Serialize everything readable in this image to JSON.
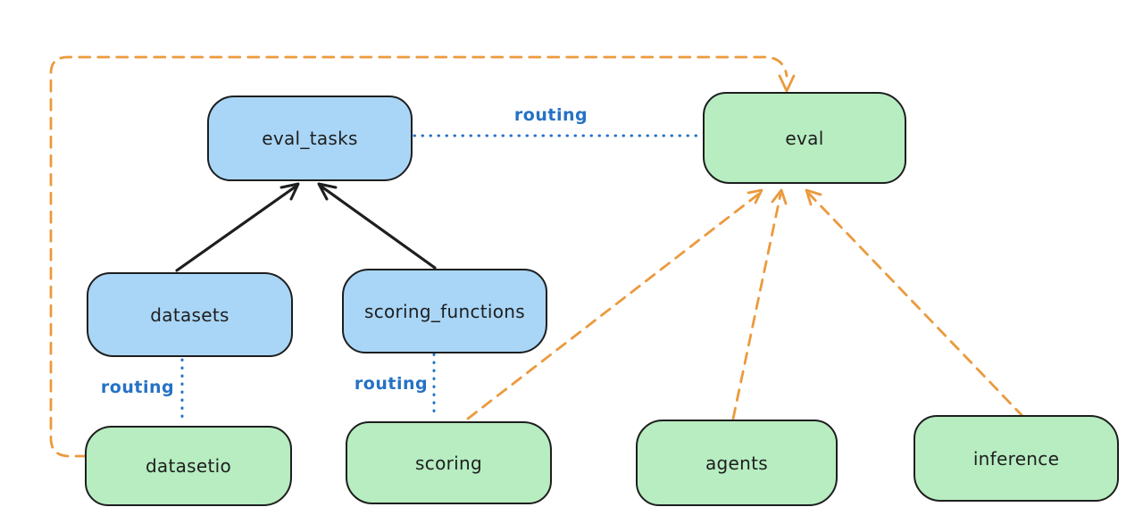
{
  "colors": {
    "background": "#ffffff",
    "node_border": "#1e1e1e",
    "blue_fill": "#a9d6f7",
    "green_fill": "#b7edc1",
    "routing_blue": "#2572c4",
    "arrow_orange": "#eb9a3d",
    "arrow_black": "#1e1e1e",
    "node_text": "#1e1e1e"
  },
  "nodes": {
    "eval_tasks": {
      "label": "eval_tasks",
      "fill": "blue"
    },
    "eval": {
      "label": "eval",
      "fill": "green"
    },
    "datasets": {
      "label": "datasets",
      "fill": "blue"
    },
    "scoring_functions": {
      "label": "scoring_functions",
      "fill": "blue"
    },
    "datasetio": {
      "label": "datasetio",
      "fill": "green"
    },
    "scoring": {
      "label": "scoring",
      "fill": "green"
    },
    "agents": {
      "label": "agents",
      "fill": "green"
    },
    "inference": {
      "label": "inference",
      "fill": "green"
    }
  },
  "edge_labels": {
    "eval_tasks_eval": "routing",
    "datasets_datasetio": "routing",
    "scoring_functions_scoring": "routing"
  },
  "edges": [
    {
      "from": "datasets",
      "to": "eval_tasks",
      "style": "solid-arrow",
      "color": "black"
    },
    {
      "from": "scoring_functions",
      "to": "eval_tasks",
      "style": "solid-arrow",
      "color": "black"
    },
    {
      "from": "eval_tasks",
      "to": "eval",
      "style": "dotted",
      "color": "blue",
      "label": "routing"
    },
    {
      "from": "datasets",
      "to": "datasetio",
      "style": "dotted",
      "color": "blue",
      "label": "routing"
    },
    {
      "from": "scoring_functions",
      "to": "scoring",
      "style": "dotted",
      "color": "blue",
      "label": "routing"
    },
    {
      "from": "datasetio",
      "to": "eval",
      "style": "dashed-arrow",
      "color": "orange"
    },
    {
      "from": "scoring",
      "to": "eval",
      "style": "dashed-arrow",
      "color": "orange"
    },
    {
      "from": "agents",
      "to": "eval",
      "style": "dashed-arrow",
      "color": "orange"
    },
    {
      "from": "inference",
      "to": "eval",
      "style": "dashed-arrow",
      "color": "orange"
    }
  ]
}
